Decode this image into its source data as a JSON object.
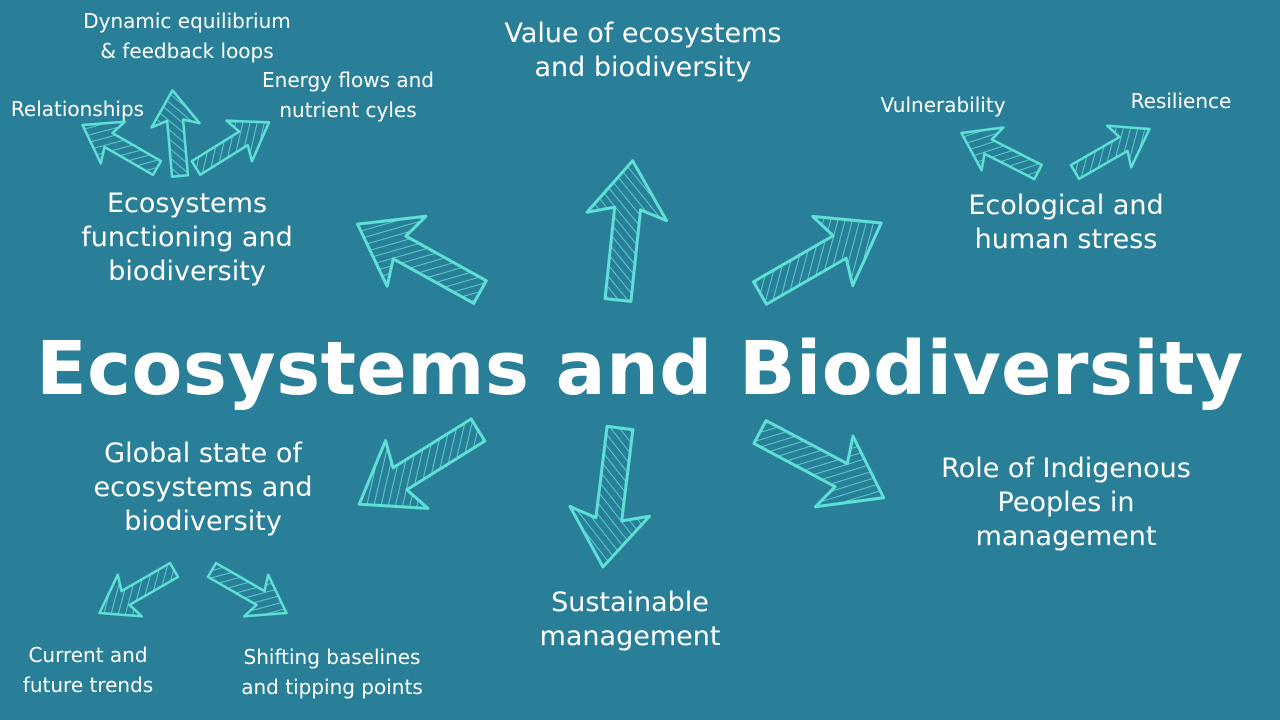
{
  "title": "Ecosystems and Biodiversity",
  "topics": {
    "functioning": {
      "lines": [
        "Ecosystems",
        "functioning and",
        "biodiversity"
      ],
      "subtopics": {
        "relationships": [
          "Relationships"
        ],
        "equilibrium": [
          "Dynamic equilibrium",
          "& feedback loops"
        ],
        "energy": [
          "Energy flows and",
          "nutrient cyles"
        ]
      }
    },
    "value": {
      "lines": [
        "Value of ecosystems",
        "and biodiversity"
      ]
    },
    "stress": {
      "lines": [
        "Ecological and",
        "human stress"
      ],
      "subtopics": {
        "vulnerability": [
          "Vulnerability"
        ],
        "resilience": [
          "Resilience"
        ]
      }
    },
    "global_state": {
      "lines": [
        "Global state of",
        "ecosystems and",
        "biodiversity"
      ],
      "subtopics": {
        "trends": [
          "Current and",
          "future trends"
        ],
        "baselines": [
          "Shifting baselines",
          "and tipping points"
        ]
      }
    },
    "sustainable": {
      "lines": [
        "Sustainable",
        "management"
      ]
    },
    "indigenous": {
      "lines": [
        "Role of Indigenous",
        "Peoples in",
        "management"
      ]
    }
  },
  "colors": {
    "background": "#2a7f98",
    "text": "#ffffff",
    "arrow": "#5fe0d6"
  }
}
